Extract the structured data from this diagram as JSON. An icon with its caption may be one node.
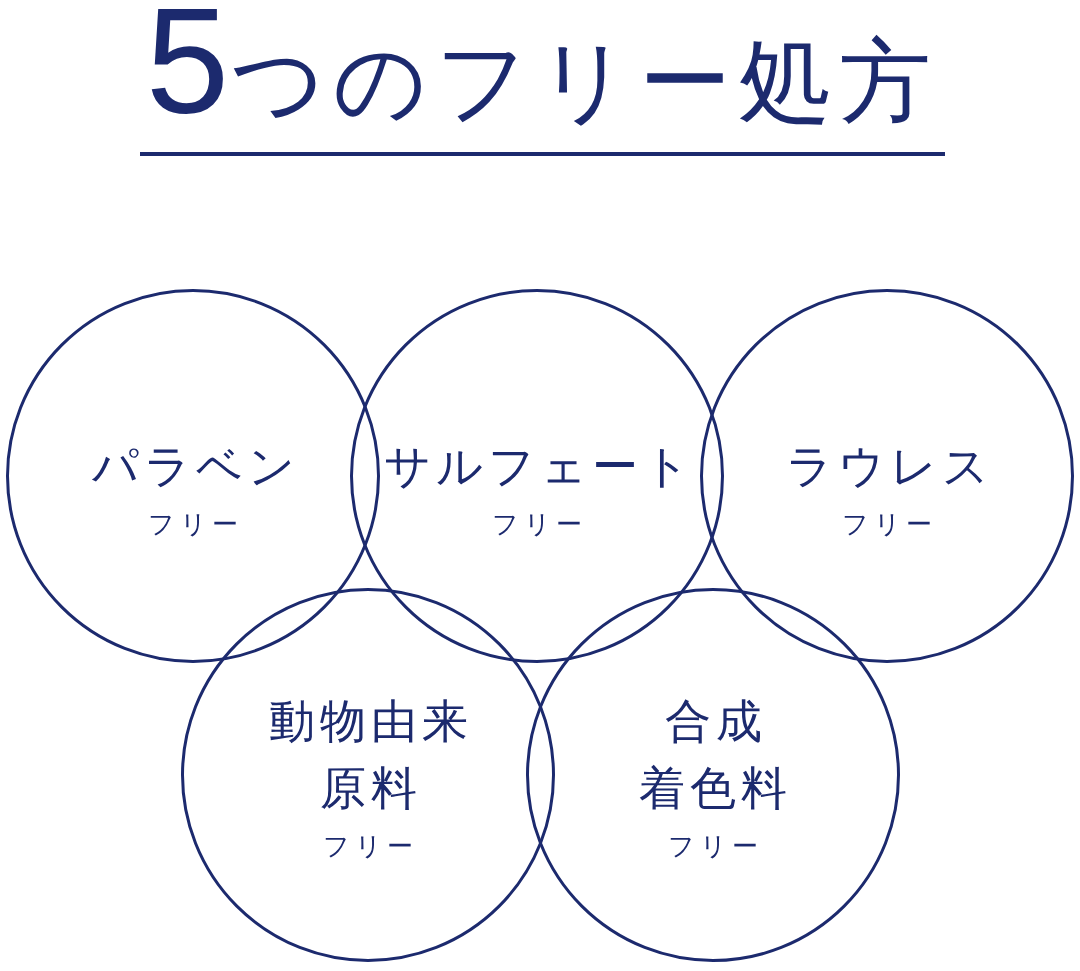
{
  "diagram": {
    "title": "5つのフリー処方",
    "nodes": [
      {
        "text": [
          "パラベン",
          "フリー"
        ]
      },
      {
        "text": [
          "サルフェート",
          "フリー"
        ]
      },
      {
        "text": [
          "ラウレス",
          "フリー"
        ]
      },
      {
        "text": [
          "動物由来原料",
          "フリー"
        ]
      },
      {
        "text": [
          "合成着色料",
          "フリー"
        ]
      }
    ]
  }
}
